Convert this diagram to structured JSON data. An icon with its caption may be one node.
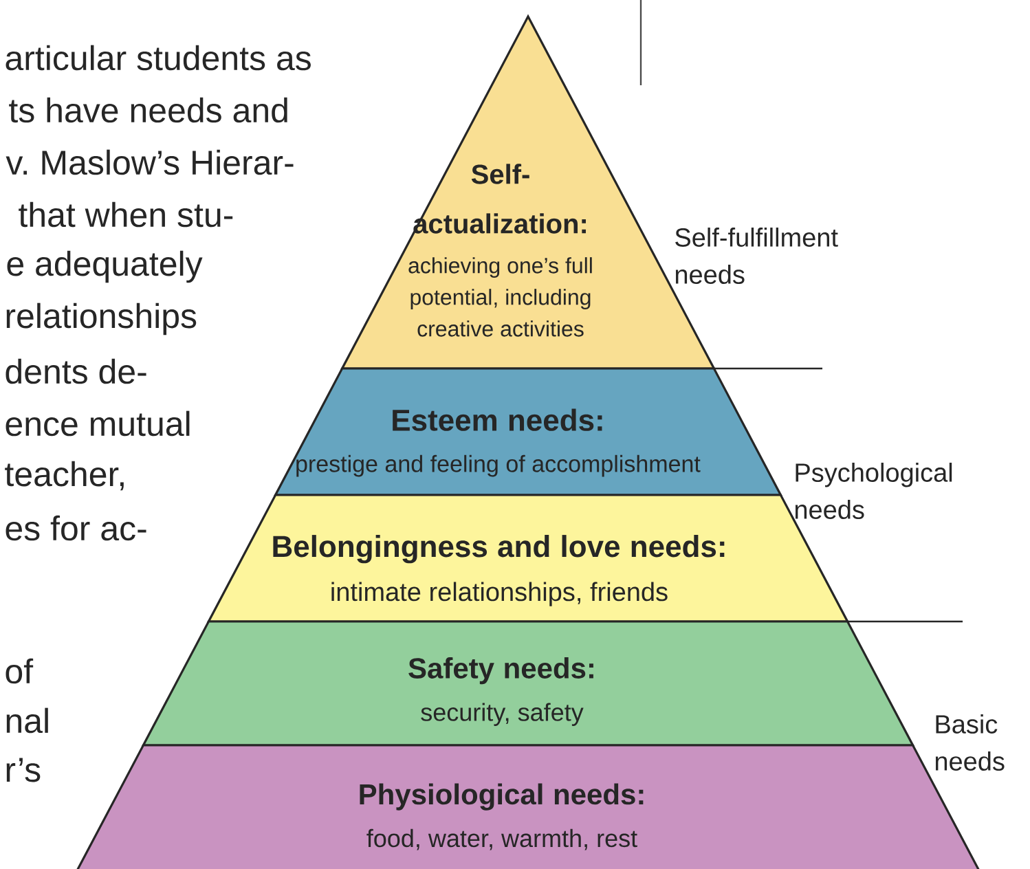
{
  "diagram": {
    "nodes": [
      {
        "text": [
          "Self-actualization:",
          "achieving one’s full potential, including creative activities"
        ]
      },
      {
        "text": [
          "Esteem needs:",
          "prestige and feeling of accomplishment"
        ]
      },
      {
        "text": [
          "Belongingness and love needs:",
          "intimate relationships, friends"
        ]
      },
      {
        "text": [
          "Safety needs:",
          "security, safety"
        ]
      },
      {
        "text": [
          "Physiological needs:",
          "food, water, warmth, rest"
        ]
      }
    ],
    "labels": [
      "articular students as",
      "ts have needs and",
      "v. Maslow’s Hierar-",
      "that when stu-",
      "e adequately",
      "relationships",
      "dents de-",
      "ence mutual",
      "teacher,",
      "es for ac-",
      "of",
      "nal",
      "r’s",
      "Self-fulfillment needs",
      "Psychological needs",
      "Basic needs"
    ]
  }
}
